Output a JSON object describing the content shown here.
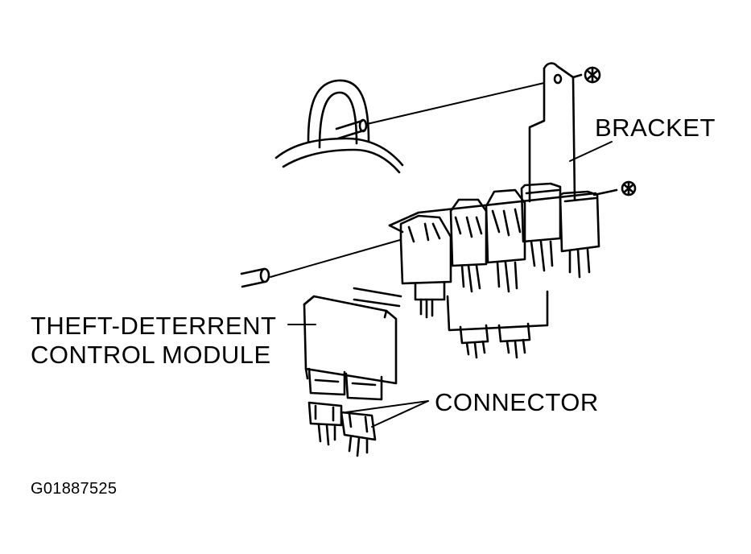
{
  "labels": {
    "bracket": "BRACKET",
    "module_line1": "THEFT-DETERRENT",
    "module_line2": "CONTROL MODULE",
    "connector": "CONNECTOR"
  },
  "figure_code": "G01887525",
  "icons": {
    "screw_top": "screw-icon",
    "screw_right": "screw-icon"
  }
}
